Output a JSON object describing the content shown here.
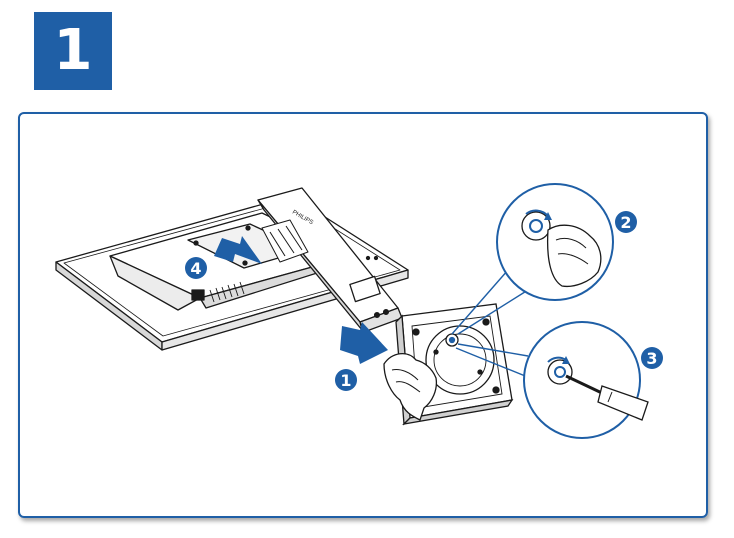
{
  "step_number": "1",
  "callouts": {
    "one": "1",
    "two": "2",
    "three": "3",
    "four": "4"
  },
  "brand_label": "PHILIPS",
  "colors": {
    "accent": "#1f5fa6",
    "line": "#1a1a1a",
    "shade": "#c8c8c8",
    "white": "#ffffff"
  },
  "icons": {
    "arrow_attach": "arrow-right-icon",
    "arrow_slide": "arrow-right-icon",
    "screwdriver": "screwdriver-icon",
    "hand": "hand-icon"
  }
}
